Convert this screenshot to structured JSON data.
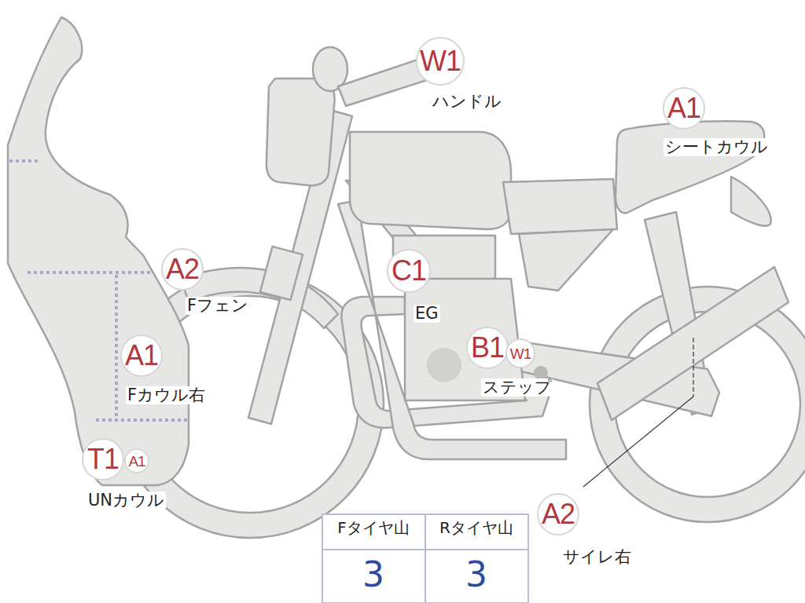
{
  "diagram": {
    "nodes": [
      {
        "text": [
          "W1",
          "ハンドル"
        ]
      },
      {
        "text": [
          "A1",
          "シートカウル"
        ]
      },
      {
        "text": [
          "A2",
          "Fフェン"
        ]
      },
      {
        "text": [
          "C1",
          "EG"
        ]
      },
      {
        "text": [
          "B1",
          "ステップ"
        ]
      },
      {
        "text": [
          "W1"
        ]
      },
      {
        "text": [
          "A1",
          "Fカウル右"
        ]
      },
      {
        "text": [
          "T1",
          "UNカウル"
        ]
      },
      {
        "text": [
          "A1"
        ]
      },
      {
        "text": [
          "A2",
          "サイレ右"
        ]
      }
    ],
    "labels": [
      "Fタイヤ山",
      "Rタイヤ山",
      "3",
      "3"
    ]
  }
}
